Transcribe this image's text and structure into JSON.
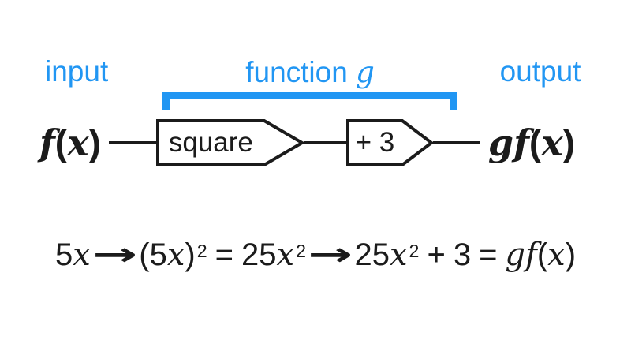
{
  "colors": {
    "accent": "#2196f3",
    "ink": "#1b1b1b",
    "background": "#ffffff"
  },
  "header": {
    "input_label": "input",
    "function_label_tokens": [
      {
        "text": "function ",
        "style": "plain"
      },
      {
        "text": "g",
        "style": "var"
      }
    ],
    "output_label": "output"
  },
  "machine": {
    "input_expr_tokens": [
      {
        "text": "f",
        "style": "var"
      },
      {
        "text": "(",
        "style": "num"
      },
      {
        "text": "x",
        "style": "var"
      },
      {
        "text": ")",
        "style": "num"
      }
    ],
    "stage1_label": "square",
    "stage2_label": "+ 3",
    "output_expr_tokens": [
      {
        "text": "g",
        "style": "var"
      },
      {
        "text": "f",
        "style": "var"
      },
      {
        "text": "(",
        "style": "num"
      },
      {
        "text": "x",
        "style": "var"
      },
      {
        "text": ")",
        "style": "num"
      }
    ]
  },
  "equation": {
    "tokens": [
      {
        "text": "5",
        "style": "num"
      },
      {
        "text": "x",
        "style": "var"
      },
      {
        "text": "→",
        "style": "arrow",
        "name": "right-arrow-icon"
      },
      {
        "text": "(",
        "style": "num"
      },
      {
        "text": "5",
        "style": "num"
      },
      {
        "text": "x",
        "style": "var"
      },
      {
        "text": ")",
        "style": "num"
      },
      {
        "text": "2",
        "style": "sup"
      },
      {
        "text": "=",
        "style": "op"
      },
      {
        "text": "25",
        "style": "num"
      },
      {
        "text": "x",
        "style": "var"
      },
      {
        "text": "2",
        "style": "sup"
      },
      {
        "text": "→",
        "style": "arrow",
        "name": "right-arrow-icon"
      },
      {
        "text": "25",
        "style": "num"
      },
      {
        "text": "x",
        "style": "var"
      },
      {
        "text": "2",
        "style": "sup"
      },
      {
        "text": "+",
        "style": "op"
      },
      {
        "text": "3",
        "style": "num"
      },
      {
        "text": "=",
        "style": "op"
      },
      {
        "text": "g",
        "style": "var"
      },
      {
        "text": "f",
        "style": "var"
      },
      {
        "text": "(",
        "style": "num"
      },
      {
        "text": "x",
        "style": "var"
      },
      {
        "text": ")",
        "style": "num"
      }
    ]
  }
}
